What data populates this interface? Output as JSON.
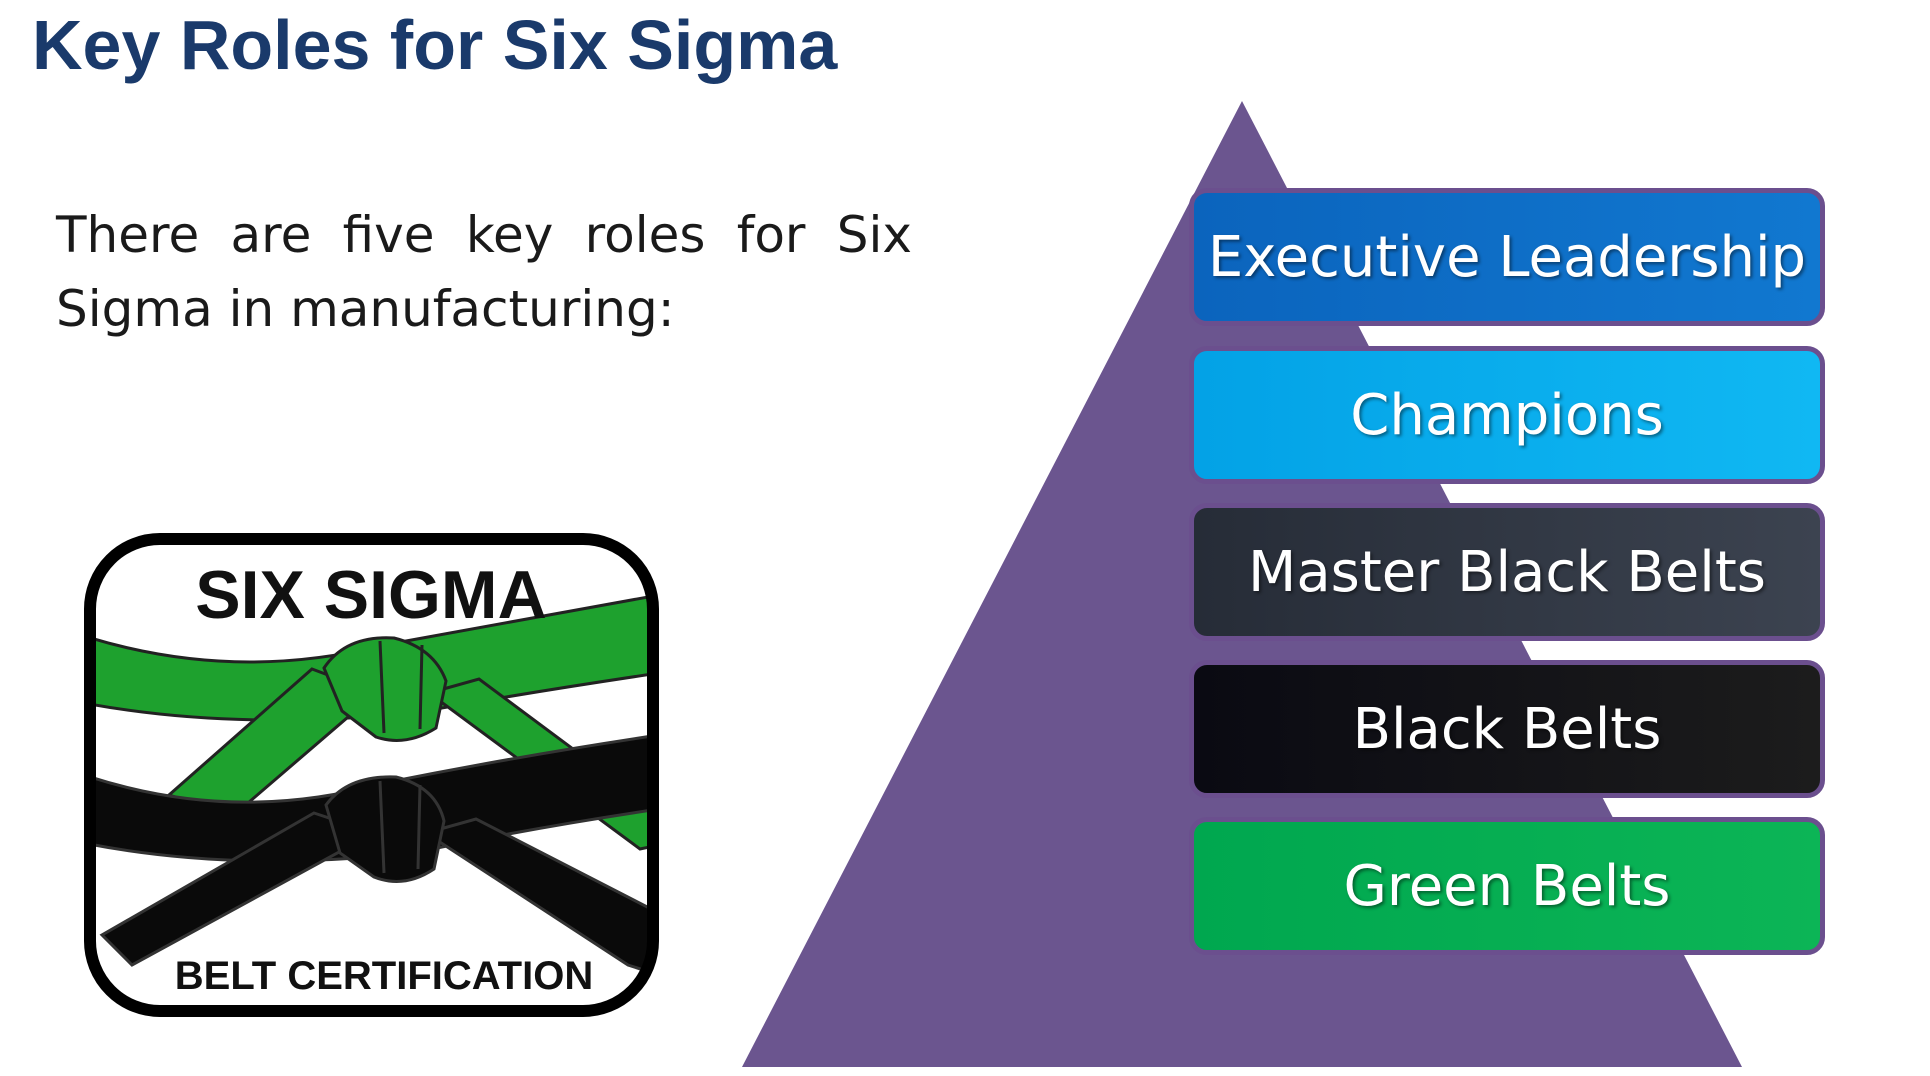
{
  "title": "Key Roles for Six Sigma",
  "intro": "There are five key roles for Six Sigma in manufacturing:",
  "badge": {
    "top_text": "SIX SIGMA",
    "bottom_text": "BELT CERTIFICATION",
    "colors": {
      "green_belt": "#1ea12e",
      "black_belt": "#0a0a0a",
      "frame": "#000000"
    }
  },
  "pyramid": {
    "color": "#6b558f"
  },
  "roles": [
    {
      "label": "Executive Leadership",
      "color_left": "#0b64bd",
      "color_right": "#1178d0"
    },
    {
      "label": "Champions",
      "color_left": "#03a2e6",
      "color_right": "#10b8f3"
    },
    {
      "label": "Master Black Belts",
      "color_left": "#262c37",
      "color_right": "#3c4350"
    },
    {
      "label": "Black Belts",
      "color_left": "#0a0a12",
      "color_right": "#1c1c1c"
    },
    {
      "label": "Green Belts",
      "color_left": "#00a74f",
      "color_right": "#0cb556"
    }
  ]
}
